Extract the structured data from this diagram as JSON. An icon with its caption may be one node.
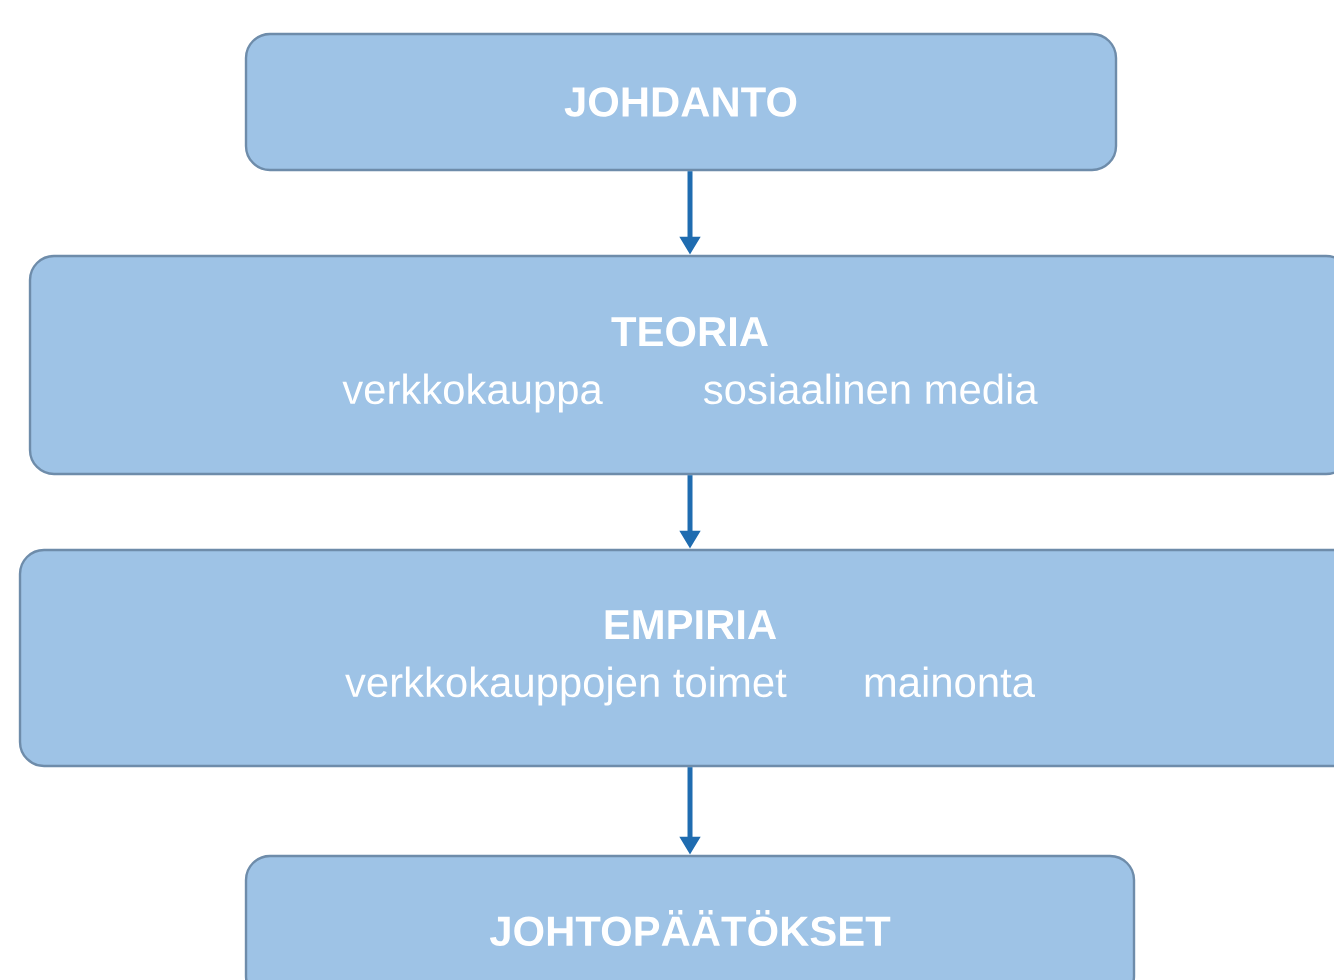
{
  "diagram": {
    "nodes": [
      {
        "text": [
          "JOHDANTO"
        ]
      },
      {
        "text": [
          "TEORIA",
          "verkkokauppa",
          "sosiaalinen media"
        ]
      },
      {
        "text": [
          "EMPIRIA",
          "verkkokauppojen toimet",
          "mainonta"
        ]
      },
      {
        "text": [
          "JOHTOPÄÄTÖKSET"
        ]
      }
    ],
    "edges": [
      {
        "from": 0,
        "to": 1,
        "arrow": "to"
      },
      {
        "from": 1,
        "to": 2,
        "arrow": "to"
      },
      {
        "from": 2,
        "to": 3,
        "arrow": "to"
      }
    ]
  }
}
